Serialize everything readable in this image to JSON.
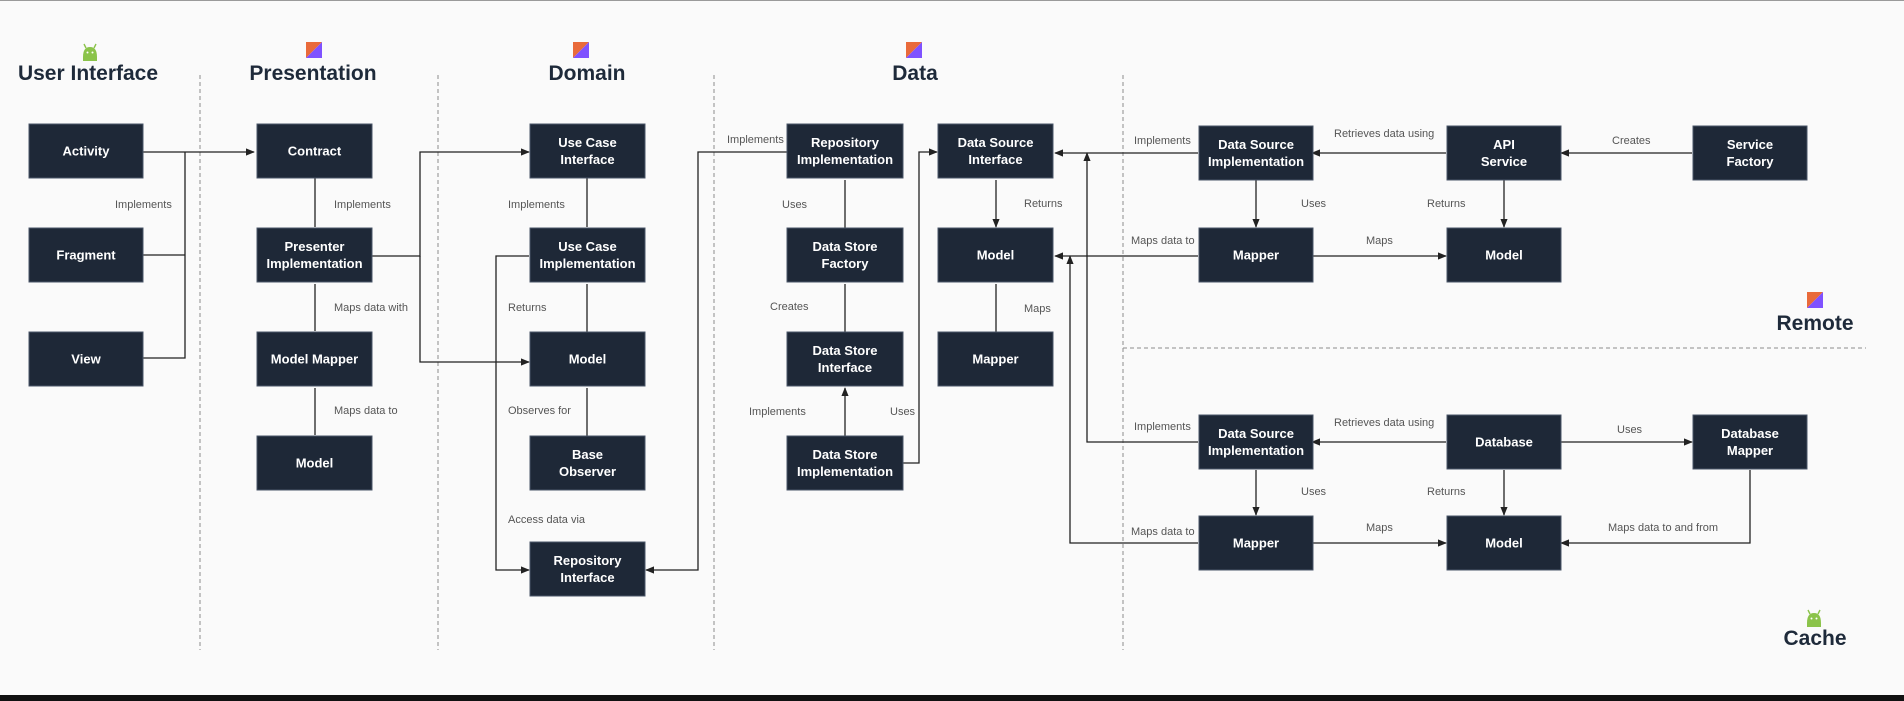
{
  "colors": {
    "box_fill": "#1e2837",
    "kotlin_orange": "#e96a3a",
    "kotlin_purple": "#7f52ff",
    "android_green": "#8bc34a"
  },
  "sections": {
    "user_interface": "User Interface",
    "presentation": "Presentation",
    "domain": "Domain",
    "data": "Data",
    "remote": "Remote",
    "cache": "Cache"
  },
  "section_icons": {
    "user_interface": "android-icon",
    "presentation": "kotlin-icon",
    "domain": "kotlin-icon",
    "data": "kotlin-icon",
    "remote": "kotlin-icon",
    "cache": "android-icon"
  },
  "nodes": {
    "activity": [
      "Activity"
    ],
    "fragment": [
      "Fragment"
    ],
    "view": [
      "View"
    ],
    "contract": [
      "Contract"
    ],
    "presenter_impl": [
      "Presenter",
      "Implementation"
    ],
    "model_mapper": [
      "Model Mapper"
    ],
    "pres_model": [
      "Model"
    ],
    "usecase_interface": [
      "Use Case",
      "Interface"
    ],
    "usecase_impl": [
      "Use Case",
      "Implementation"
    ],
    "domain_model": [
      "Model"
    ],
    "base_observer": [
      "Base",
      "Observer"
    ],
    "repo_interface": [
      "Repository",
      "Interface"
    ],
    "repo_impl": [
      "Repository",
      "Implementation"
    ],
    "datastore_factory": [
      "Data Store",
      "Factory"
    ],
    "datastore_interface": [
      "Data Store",
      "Interface"
    ],
    "datastore_impl": [
      "Data Store",
      "Implementation"
    ],
    "datasource_interface": [
      "Data Source",
      "Interface"
    ],
    "data_model": [
      "Model"
    ],
    "data_mapper": [
      "Mapper"
    ],
    "remote_ds_impl": [
      "Data Source",
      "Implementation"
    ],
    "api_service": [
      "API",
      "Service"
    ],
    "service_factory": [
      "Service",
      "Factory"
    ],
    "remote_mapper": [
      "Mapper"
    ],
    "remote_model": [
      "Model"
    ],
    "cache_ds_impl": [
      "Data Source",
      "Implementation"
    ],
    "database": [
      "Database"
    ],
    "database_mapper": [
      "Database",
      "Mapper"
    ],
    "cache_mapper": [
      "Mapper"
    ],
    "cache_model": [
      "Model"
    ]
  },
  "labels": {
    "ui_implements": "Implements",
    "pres_implements": "Implements",
    "maps_data_with": "Maps data with",
    "pres_maps_data_to": "Maps data to",
    "dom_implements": "Implements",
    "dom_returns": "Returns",
    "observes_for": "Observes for",
    "access_data_via": "Access data via",
    "data_implements_repo": "Implements",
    "data_uses_factory": "Uses",
    "data_creates": "Creates",
    "data_implements_store": "Implements",
    "data_uses_source": "Uses",
    "data_returns": "Returns",
    "data_maps": "Maps",
    "remote_implements": "Implements",
    "remote_retrieves": "Retrieves data using",
    "remote_creates": "Creates",
    "remote_uses": "Uses",
    "remote_returns": "Returns",
    "remote_maps_data_to": "Maps data to",
    "remote_maps": "Maps",
    "cache_implements": "Implements",
    "cache_retrieves": "Retrieves data using",
    "cache_uses_db_mapper": "Uses",
    "cache_uses_mapper": "Uses",
    "cache_returns": "Returns",
    "cache_maps_data_to": "Maps data to",
    "cache_maps": "Maps",
    "cache_maps_to_from": "Maps data to and from"
  }
}
